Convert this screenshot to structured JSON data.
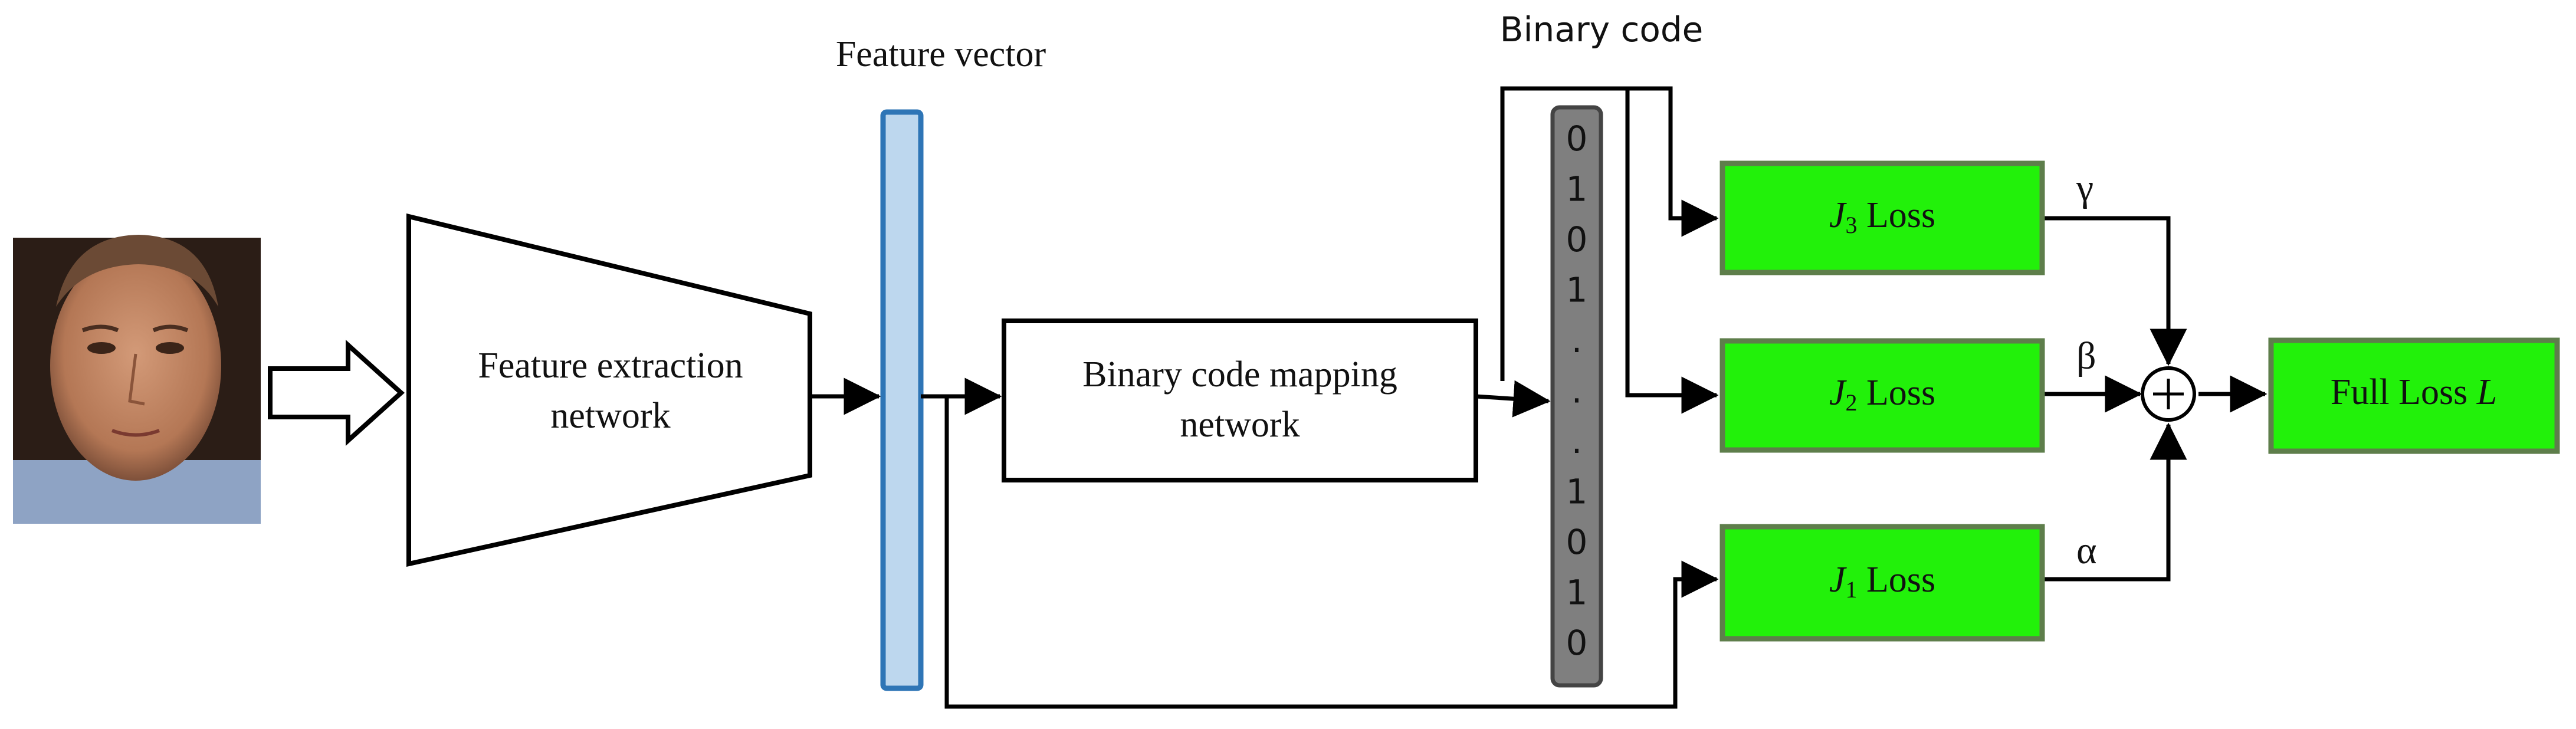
{
  "labels": {
    "feature_vector": "Feature vector",
    "binary_code": "Binary code",
    "feature_extraction_line1": "Feature extraction",
    "feature_extraction_line2": "network",
    "mapping_line1": "Binary code mapping",
    "mapping_line2": "network",
    "j3_letter": "J",
    "j3_sub": "3",
    "j3_text": " Loss",
    "j2_letter": "J",
    "j2_sub": "2",
    "j2_text": " Loss",
    "j1_letter": "J",
    "j1_sub": "1",
    "j1_text": " Loss",
    "gamma": "γ",
    "beta": "β",
    "alpha": "α",
    "full_loss_text": "Full Loss ",
    "full_loss_symbol": "L"
  },
  "binary_code_digits": [
    "0",
    "1",
    "0",
    "1",
    ".",
    ".",
    ".",
    "1",
    "0",
    "1",
    "0"
  ],
  "colors": {
    "loss_box": "#22f10a",
    "loss_box_border": "#5e7e4b",
    "feature_vector_fill": "#bdd7ee",
    "feature_vector_border": "#2e75b6",
    "code_column_fill": "#7f7f7f",
    "code_column_border": "#444444"
  },
  "icons": {
    "input": "face-photo-icon",
    "input_arrow": "hollow-right-arrow-icon",
    "sum": "circle-plus-icon"
  }
}
